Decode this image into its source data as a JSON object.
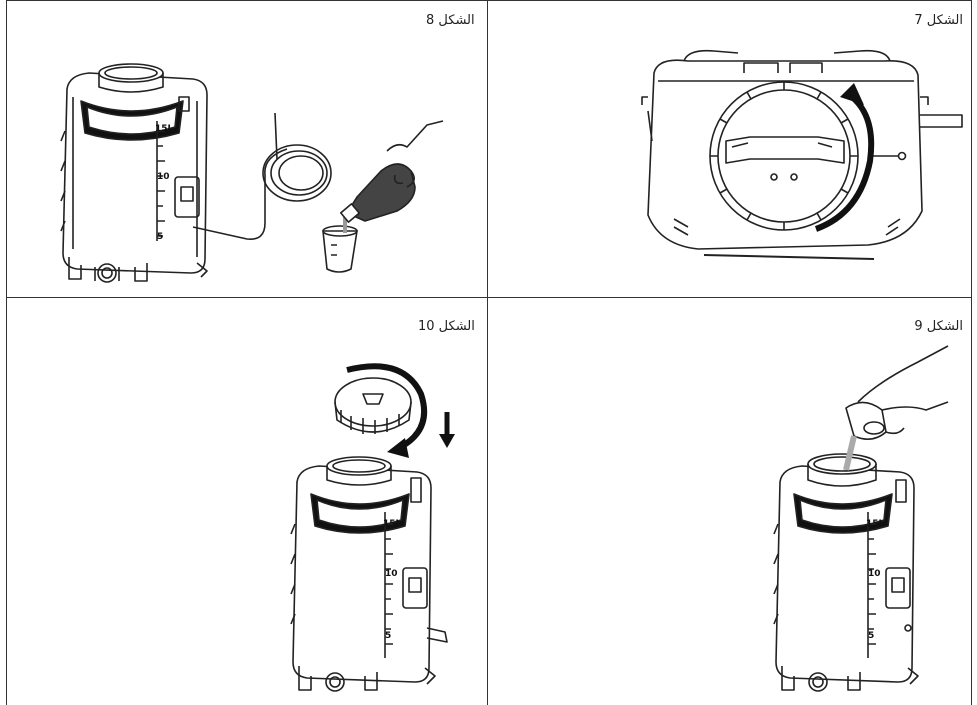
{
  "figures": [
    {
      "id": "fig7",
      "caption": "الشكل 7"
    },
    {
      "id": "fig8",
      "caption": "الشكل 8"
    },
    {
      "id": "fig9",
      "caption": "الشكل 9"
    },
    {
      "id": "fig10",
      "caption": "الشكل 10"
    }
  ],
  "tank_gauge": {
    "top": "15L",
    "mid": "10",
    "low": "5"
  }
}
